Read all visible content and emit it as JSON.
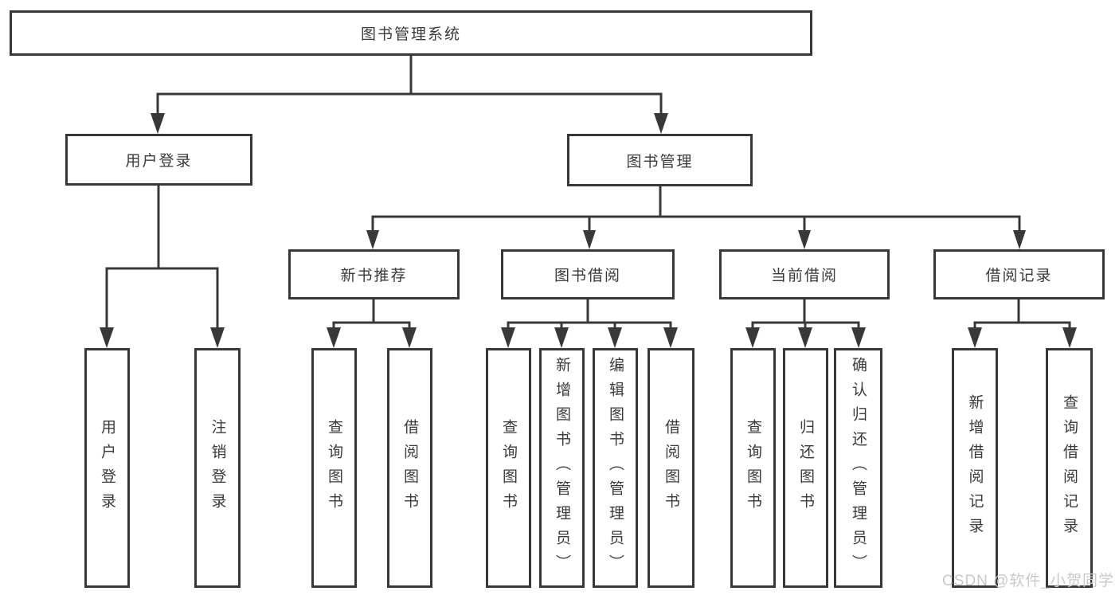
{
  "colors": {
    "line": "#383838",
    "text": "#3a3a3a",
    "background": "#ffffff",
    "watermark": "#c9c9c9"
  },
  "watermark": {
    "text": "CSDN @软件_小贺同学"
  },
  "tree": {
    "root": "图书管理系统",
    "branches": [
      {
        "label": "用户登录",
        "children": [
          "用户登录",
          "注销登录"
        ]
      },
      {
        "label": "图书管理",
        "groups": [
          {
            "label": "新书推荐",
            "children": [
              "查询图书",
              "借阅图书"
            ]
          },
          {
            "label": "图书借阅",
            "children": [
              "查询图书",
              "新增图书（管理员）",
              "编辑图书（管理员）",
              "借阅图书"
            ]
          },
          {
            "label": "当前借阅",
            "children": [
              "查询图书",
              "归还图书",
              "确认归还（管理员）"
            ]
          },
          {
            "label": "借阅记录",
            "children": [
              "新增借阅记录",
              "查询借阅记录"
            ]
          }
        ]
      }
    ]
  }
}
